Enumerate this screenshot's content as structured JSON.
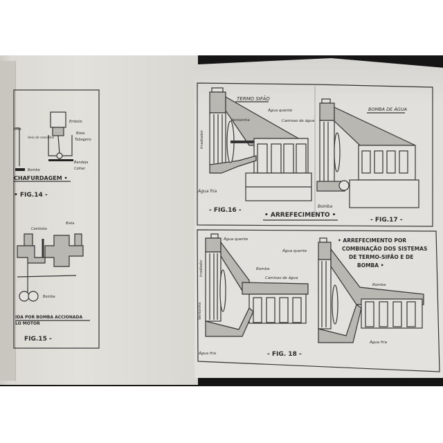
{
  "left_page": {
    "fig14": {
      "labels": [
        "Bomba",
        "Embolo",
        "Biela",
        "Veio de ressaltos",
        "Tobagens",
        "Bandeja",
        "Colher"
      ],
      "partial_label_left": "bola",
      "title": "CHAFURDAGEM •",
      "caption": "• FIG.14 -"
    },
    "fig15": {
      "labels": [
        "Cambota",
        "Biela",
        "Bomba"
      ],
      "title_line1": "IDA POR BOMBA ACCIONADA",
      "title_line2": "LO MOTOR",
      "caption": "FIG.15 -"
    }
  },
  "right_page": {
    "fig16": {
      "heading": "TERMO SIFÃO",
      "labels": {
        "hot": "Água quente",
        "jackets": "Camisas de água",
        "fan": "Ventoinha",
        "radiator": "Irradiador",
        "cold": "Água fria"
      },
      "caption": "- FIG.16 -"
    },
    "section_title": "• ARREFECIMENTO •",
    "fig17": {
      "heading": "BOMBA DE ÁGUA",
      "labels": {
        "pump": "Bomba"
      },
      "caption": "- FIG.17 -"
    },
    "fig18": {
      "heading_lines": [
        "• ARREFECIMENTO POR",
        "COMBINAÇÃO DOS SISTEMAS",
        "DE TERMO-SIFÃO E DE",
        "BOMBA •"
      ],
      "labels": {
        "hot_left": "Água quente",
        "hot_right": "Água quente",
        "pump_left": "Bomba",
        "pump_right": "Bomba",
        "jackets": "Camisas de água",
        "radiator": "Irradiador",
        "fan": "Ventoinha",
        "cold_left": "Água fria",
        "cold_right": "Água fria"
      },
      "caption": "- FIG. 18 -"
    }
  }
}
